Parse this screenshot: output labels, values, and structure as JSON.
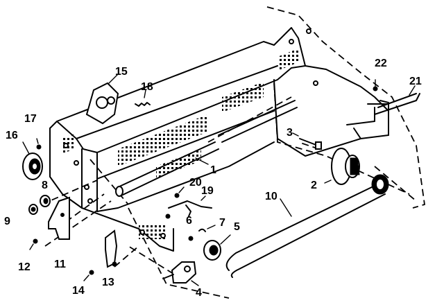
{
  "diagram": {
    "parts": [
      {
        "id": "p1",
        "label": "1"
      },
      {
        "id": "p2",
        "label": "2"
      },
      {
        "id": "p3",
        "label": "3"
      },
      {
        "id": "p4",
        "label": "4"
      },
      {
        "id": "p5",
        "label": "5"
      },
      {
        "id": "p6",
        "label": "6"
      },
      {
        "id": "p7",
        "label": "7"
      },
      {
        "id": "p8",
        "label": "8"
      },
      {
        "id": "p9",
        "label": "9"
      },
      {
        "id": "p10",
        "label": "10"
      },
      {
        "id": "p11",
        "label": "11"
      },
      {
        "id": "p12",
        "label": "12"
      },
      {
        "id": "p13",
        "label": "13"
      },
      {
        "id": "p14",
        "label": "14"
      },
      {
        "id": "p15",
        "label": "15"
      },
      {
        "id": "p16",
        "label": "16"
      },
      {
        "id": "p17",
        "label": "17"
      },
      {
        "id": "p18",
        "label": "18"
      },
      {
        "id": "p19",
        "label": "19"
      },
      {
        "id": "p20",
        "label": "20"
      },
      {
        "id": "p21",
        "label": "21"
      },
      {
        "id": "p22",
        "label": "22"
      }
    ]
  }
}
